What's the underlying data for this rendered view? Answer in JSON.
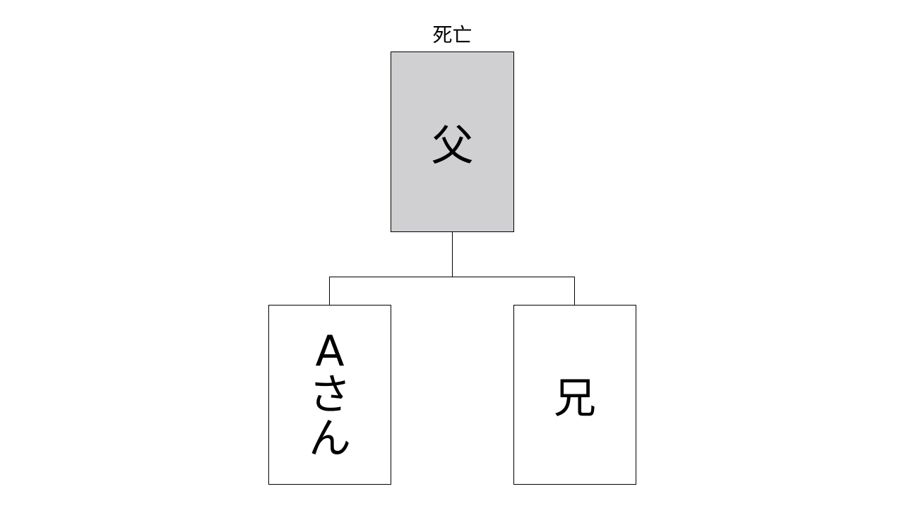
{
  "father": {
    "label": "父",
    "status": "死亡",
    "fill": "#d0cfd1"
  },
  "children": [
    {
      "label_line1": "A",
      "label_line2": "さ",
      "label_line3": "ん"
    },
    {
      "label": "兄"
    }
  ]
}
